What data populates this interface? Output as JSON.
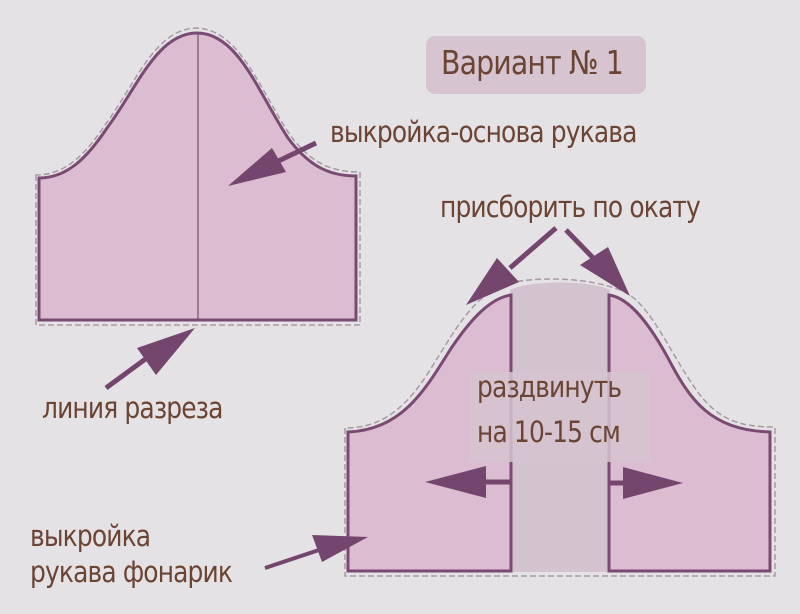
{
  "diagram": {
    "title": "Вариант № 1",
    "labels": {
      "base_pattern": "выкройка-основа рукава",
      "gather_cap": "присборить по окату",
      "cut_line": "линия разреза",
      "spread_line1": "раздвинуть",
      "spread_line2": "на 10-15 см",
      "lantern_line1": "выкройка",
      "lantern_line2": "рукава фонарик"
    },
    "colors": {
      "background": "#e4e2e4",
      "pattern_fill": "#dcbcd0",
      "pattern_stroke": "#7a4a72",
      "arrow": "#74466e",
      "spread_insert": "#d2c3ce",
      "badge": "#d6c5d0",
      "text": "#6b4433"
    },
    "shapes": [
      {
        "name": "base-sleeve-pattern",
        "description": "sleeve base pattern with center cut line"
      },
      {
        "name": "lantern-sleeve-pattern",
        "description": "sleeve pattern cut along center and spread apart"
      }
    ],
    "arrows": [
      {
        "name": "arrow-to-base-pattern",
        "points_to": "base-sleeve-pattern"
      },
      {
        "name": "arrow-to-cut-line",
        "points_to": "cut-line"
      },
      {
        "name": "arrow-gather-left",
        "points_to": "lantern-cap-left"
      },
      {
        "name": "arrow-gather-right",
        "points_to": "lantern-cap-right"
      },
      {
        "name": "arrow-spread-left",
        "direction": "left"
      },
      {
        "name": "arrow-spread-right",
        "direction": "right"
      },
      {
        "name": "arrow-to-lantern-pattern",
        "points_to": "lantern-sleeve-pattern"
      }
    ]
  }
}
